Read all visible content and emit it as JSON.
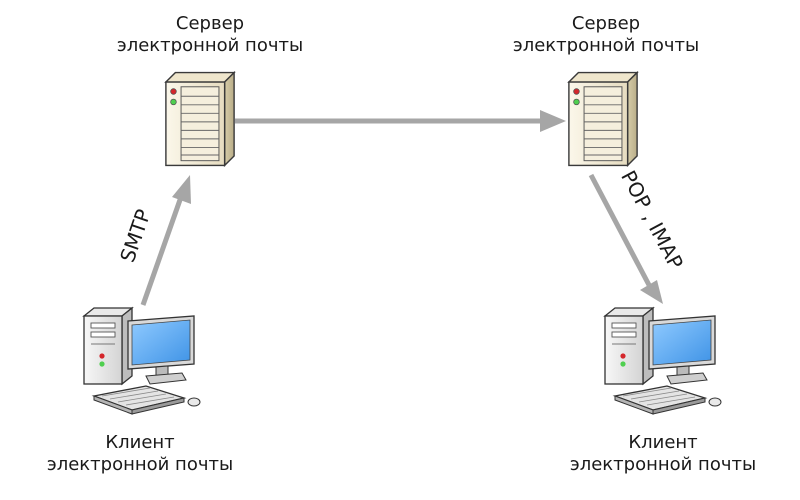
{
  "nodes": {
    "server_left": {
      "line1": "Сервер",
      "line2": "электронной почты"
    },
    "server_right": {
      "line1": "Сервер",
      "line2": "электронной почты"
    },
    "client_left": {
      "line1": "Клиент",
      "line2": "электронной почты"
    },
    "client_right": {
      "line1": "Клиент",
      "line2": "электронной почты"
    }
  },
  "edges": {
    "smtp": "SMTP",
    "pop_imap": "POP , IMAP"
  },
  "colors": {
    "arrow": "#a6a6a6",
    "server_body": "#f3ecd9",
    "monitor_screen": "#4fa3ee"
  },
  "icons": {
    "server": "server-tower-icon",
    "client": "desktop-computer-icon"
  }
}
